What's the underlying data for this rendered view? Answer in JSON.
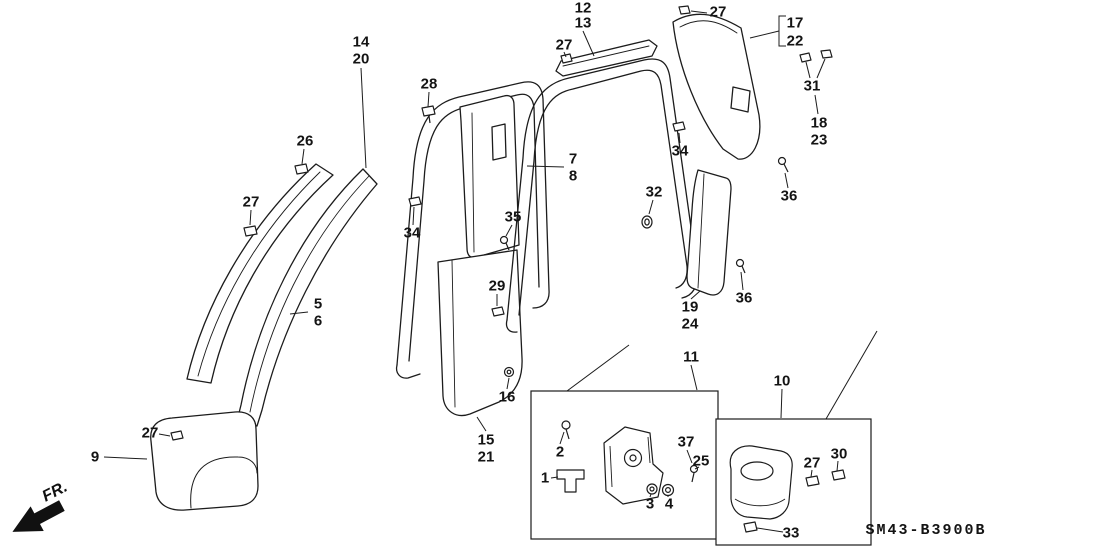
{
  "diagram": {
    "code": "SM43-B3900B",
    "direction_label": "FR.",
    "colors": {
      "ink": "#1c1c1c",
      "background": "#ffffff"
    },
    "callouts": [
      {
        "label": "12"
      },
      {
        "label": "13"
      },
      {
        "label": "27"
      },
      {
        "label": "27"
      },
      {
        "label": "17"
      },
      {
        "label": "22"
      },
      {
        "label": "14"
      },
      {
        "label": "20"
      },
      {
        "label": "28"
      },
      {
        "label": "26"
      },
      {
        "label": "27"
      },
      {
        "label": "31"
      },
      {
        "label": "18"
      },
      {
        "label": "23"
      },
      {
        "label": "34"
      },
      {
        "label": "7"
      },
      {
        "label": "8"
      },
      {
        "label": "36"
      },
      {
        "label": "32"
      },
      {
        "label": "35"
      },
      {
        "label": "34"
      },
      {
        "label": "29"
      },
      {
        "label": "5"
      },
      {
        "label": "6"
      },
      {
        "label": "19"
      },
      {
        "label": "24"
      },
      {
        "label": "36"
      },
      {
        "label": "11"
      },
      {
        "label": "16"
      },
      {
        "label": "10"
      },
      {
        "label": "15"
      },
      {
        "label": "21"
      },
      {
        "label": "27"
      },
      {
        "label": "9"
      },
      {
        "label": "2"
      },
      {
        "label": "37"
      },
      {
        "label": "25"
      },
      {
        "label": "1"
      },
      {
        "label": "3"
      },
      {
        "label": "4"
      },
      {
        "label": "27"
      },
      {
        "label": "30"
      },
      {
        "label": "33"
      }
    ]
  }
}
